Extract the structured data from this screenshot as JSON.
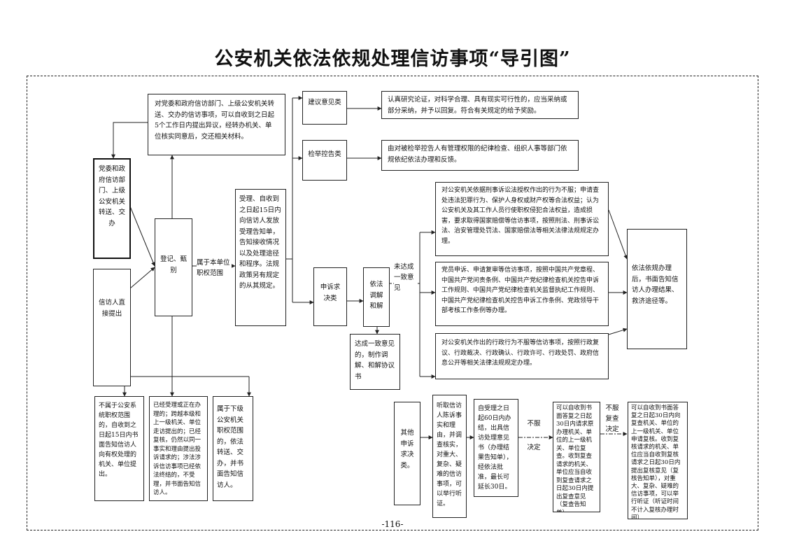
{
  "title": "公安机关依法依规处理信访事项“导引图”",
  "page_number": "-116-",
  "boxes": {
    "transfer": "对党委和政府信访部门、上级公安机关转送、交办的信访事项，可以自收到之日起5个工作日内提出异议，经转办机关、单位核实同意后，交还相关材料。",
    "party_gov": "党委和政府信访部门、上级公安机关转送、交办",
    "visitor": "信访人直接提出",
    "register": "登记、甄别",
    "accept": "受理、自收到之日起15日内向信访人发放受理告知单，告知接收情况以及处理途径和程序。法规政策另有规定的从其规定。",
    "suggest": "建议意见类",
    "suggest_desc": "认真研究论证，对科学合理、具有现实可行性的，应当采纳或部分采纳，并予以回复。符合有关规定的给予奖励。",
    "report": "检举控告类",
    "report_desc": "由对被检举控告人有管理权限的纪律检查、组织人事等部门依规依纪依法办理和反馈。",
    "complaint": "申诉求决类",
    "mediate": "依法调解和解",
    "agreement": "达成一致意见的，制作调解、和解协议书",
    "criminal": "对公安机关依据刑事诉讼法授权作出的行为不服；申请查处违法犯罪行为、保护人身权或财产权等合法权益；认为公安机关及其工作人员行使职权侵犯合法权益，造成损害，要求取得国家赔偿等信访事项，按照刑法、刑事诉讼法、治安管理处罚法、国家赔偿法等相关法律法规规定办理。",
    "party_member": "党员申诉、申请复审等信访事项，按照中国共产党章程、中国共产党问责条例、中国共产党纪律检查机关控告申诉工作规则、中国共产党纪律检查机关监督执纪工作规则、中国共产党纪律检查机关控告申诉工作条例、党政领导干部考核工作条例等办理。",
    "admin": "对公安机关作出的行政行为不服等信访事项，按照行政复议、行政裁决、行政确认、行政许可、行政处罚、政府信息公开等相关法律法规规定办理。",
    "law_result": "依法依规办理后，书面告知信访人办理结果、救济途径等。",
    "not_scope": "不属于公安系统职权范围的，自收到之日起15日内书面告知信访人向有权处理的机关、单位提出。",
    "already": "已经受理或正在办理的；跨越本级和上一级机关、单位走访提出的；已经复核，仍然以同一事实和理由提出投诉请求的；涉法涉诉信访事项已经依法终结的，不受理，并书面告知信访人。",
    "lower": "属于下级公安机关职权范围的，依法转送、交办，并书面告知信访人。",
    "other": "其他申诉求决类。",
    "hear": "听取信访人陈诉事实和理由，并调查核实，对重大、复杂、疑难的信访事项，可以举行听证。",
    "sixty": "自受理之日起60日内办结，出具信访处理意见书（办理结果告知单），经依法批准，最长可延长30日。",
    "review": "可以自收到书面答复之日起30日内请求原办理机关、单位的上一级机关、单位复查。收到复查请求的机关、单位应当自收到复查请求之日起30日内提出复查意见（复查告知单）。",
    "recheck": "可以自收到书面答复之日起30日内向复查机关、单位的上一级机关、单位申请复核。收到复核请求的机关、单位应当自收到复核请求之日起30日内提出复核意见（复核告知单），对重大、复杂、疑难的信访事项，可以举行听证（听证时间不计入复核办理时间）"
  },
  "labels": {
    "belong": "属于本单位职权范围",
    "not_agree": "未达成一致意见",
    "disagree_handle": "不服",
    "decide": "决定",
    "disagree_review": "不服复查决定"
  }
}
